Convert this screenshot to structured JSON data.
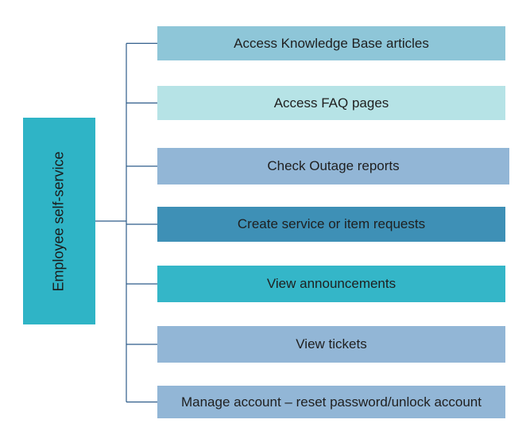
{
  "root": {
    "label": "Employee self-service",
    "color": "#2fb4c6"
  },
  "connector_color": "#2e5c8a",
  "items": [
    {
      "label": "Access Knowledge Base articles",
      "color": "#8ec6d8"
    },
    {
      "label": "Access FAQ pages",
      "color": "#b6e3e6"
    },
    {
      "label": "Check Outage reports",
      "color": "#92b6d6"
    },
    {
      "label": "Create service or item requests",
      "color": "#3e90b6"
    },
    {
      "label": "View announcements",
      "color": "#34b6c8"
    },
    {
      "label": "View tickets",
      "color": "#92b6d6"
    },
    {
      "label": "Manage account – reset password/unlock account",
      "color": "#92b6d6"
    }
  ]
}
